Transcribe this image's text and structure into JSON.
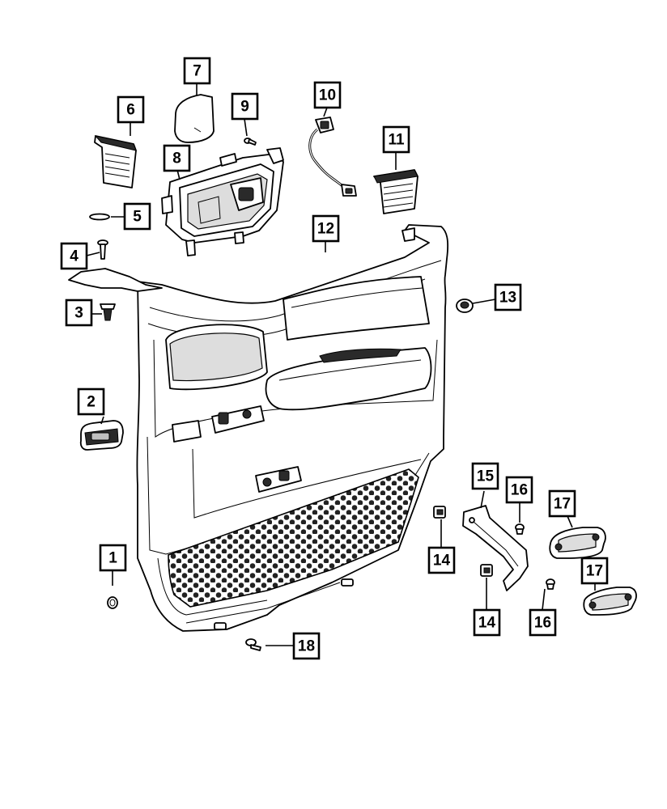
{
  "diagram": {
    "callouts": [
      {
        "id": "1",
        "label": "1"
      },
      {
        "id": "2",
        "label": "2"
      },
      {
        "id": "3",
        "label": "3"
      },
      {
        "id": "4",
        "label": "4"
      },
      {
        "id": "5",
        "label": "5"
      },
      {
        "id": "6",
        "label": "6"
      },
      {
        "id": "7",
        "label": "7"
      },
      {
        "id": "8",
        "label": "8"
      },
      {
        "id": "9",
        "label": "9"
      },
      {
        "id": "10",
        "label": "10"
      },
      {
        "id": "11",
        "label": "11"
      },
      {
        "id": "12",
        "label": "12"
      },
      {
        "id": "13",
        "label": "13"
      },
      {
        "id": "14a",
        "label": "14"
      },
      {
        "id": "14b",
        "label": "14"
      },
      {
        "id": "15",
        "label": "15"
      },
      {
        "id": "16a",
        "label": "16"
      },
      {
        "id": "16b",
        "label": "16"
      },
      {
        "id": "17a",
        "label": "17"
      },
      {
        "id": "17b",
        "label": "17"
      },
      {
        "id": "18",
        "label": "18"
      }
    ]
  }
}
